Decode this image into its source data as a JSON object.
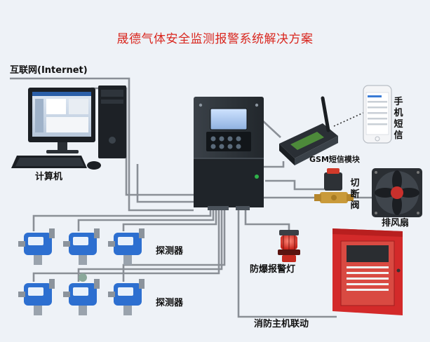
{
  "title": "晟德气体安全监测报警系统解决方案",
  "labels": {
    "internet": "互联网(Internet)",
    "computer": "计算机",
    "gsm_module": "GSM短信模块",
    "sms": "手机短信",
    "valve": "切断阀",
    "fan": "排风扇",
    "detectors_top": "探测器",
    "detectors_bottom": "探测器",
    "alarm_light": "防爆报警灯",
    "fire_host": "消防主机联动"
  },
  "colors": {
    "title": "#d9271f",
    "wire": "#8a8f96",
    "controller": "#2c3238",
    "detector_blue": "#2d6fd0",
    "fire_panel": "#d32a2a",
    "valve_brass": "#c99a3a"
  },
  "icons": [
    "computer-icon",
    "controller-icon",
    "gsm-module-icon",
    "phone-icon",
    "valve-icon",
    "fan-icon",
    "detector-icon",
    "alarm-light-icon",
    "fire-panel-icon"
  ]
}
